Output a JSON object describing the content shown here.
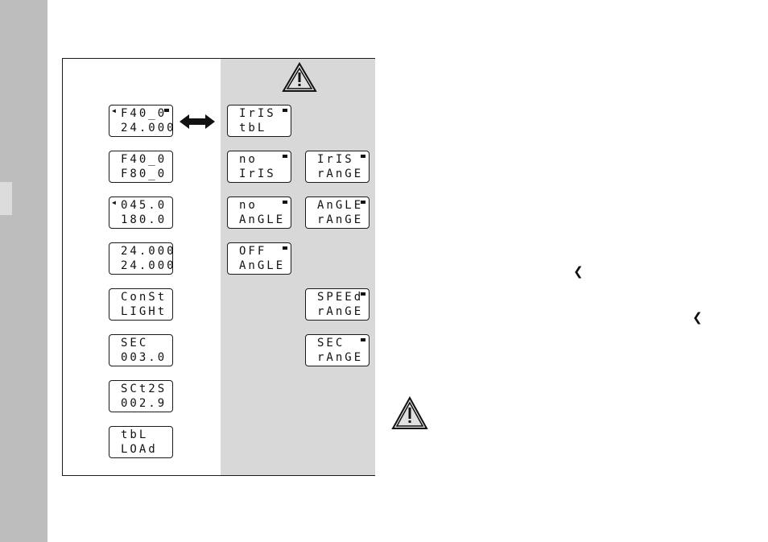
{
  "colors": {
    "sidebar": "#bdbdbd",
    "panel": "#d8d8d8",
    "ink": "#111111"
  },
  "icons": {
    "warning": "warning-triangle-icon",
    "double_arrow": "double-arrow-icon",
    "chevron": "chevron-left-icon",
    "pointer": "left-triangle-indicator-icon"
  },
  "left_column": [
    {
      "line1": "F40_0",
      "line2": "24.000"
    },
    {
      "line1": "F40_0",
      "line2": "F80_0"
    },
    {
      "line1": "045.0",
      "line2": "180.0"
    },
    {
      "line1": "24.000",
      "line2": "24.000"
    },
    {
      "line1": "ConSt",
      "line2": "LIGHt"
    },
    {
      "line1": "SEC",
      "line2": "003.0"
    },
    {
      "line1": "SCt2S",
      "line2": "002.9"
    },
    {
      "line1": "tbL",
      "line2": "LOAd"
    }
  ],
  "middle_column": [
    {
      "line1": "IrIS",
      "line2": "tbL"
    },
    {
      "line1": "no",
      "line2": "IrIS"
    },
    {
      "line1": "no",
      "line2": "AnGLE"
    },
    {
      "line1": "OFF",
      "line2": "AnGLE"
    }
  ],
  "right_column": [
    {
      "line1": "IrIS",
      "line2": "rAnGE"
    },
    {
      "line1": "AnGLE",
      "line2": "rAnGE"
    },
    {
      "line1": "SPEEd",
      "line2": "rAnGE"
    },
    {
      "line1": "SEC",
      "line2": "rAnGE"
    }
  ]
}
